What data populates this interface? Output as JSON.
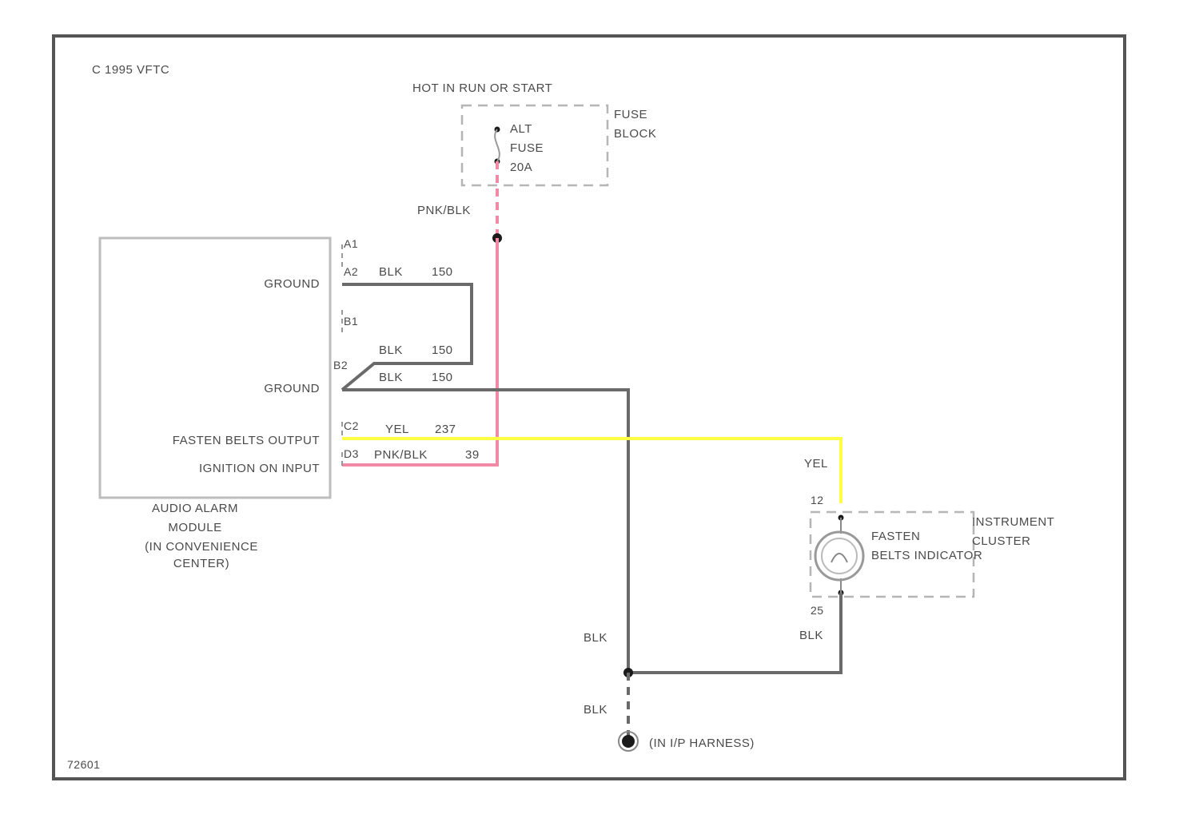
{
  "diagram": {
    "corner_label": "C 1995 VFTC",
    "figure_id": "72601",
    "power_label": "HOT IN RUN OR START",
    "fuse_block_label": [
      "FUSE",
      "BLOCK"
    ],
    "fuse_label": [
      "ALT",
      "FUSE",
      "20A"
    ],
    "pnk_blk_upper": "PNK/BLK",
    "module": {
      "name_lines": [
        "AUDIO ALARM",
        "MODULE",
        "(IN CONVENIENCE",
        "CENTER)"
      ],
      "pins": {
        "ground_top": "GROUND",
        "ground_bottom": "GROUND",
        "fasten_belts_output": "FASTEN BELTS OUTPUT",
        "ignition_on_input": "IGNITION ON INPUT"
      }
    },
    "connectors": {
      "a1": "A1",
      "a2": "A2",
      "b1": "B1",
      "b2": "B2",
      "c2": "C2",
      "d3": "D3"
    },
    "wires": {
      "a2_color": "BLK",
      "a2_circuit": "150",
      "b2_color_upper": "BLK",
      "b2_circuit_upper": "150",
      "b2_color_lower": "BLK",
      "b2_circuit_lower": "150",
      "c2_color": "YEL",
      "c2_circuit": "237",
      "d3_color": "PNK/BLK",
      "d3_circuit": "39",
      "yel_label": "YEL",
      "blk_left": "BLK",
      "blk_right": "BLK",
      "blk_ground": "BLK"
    },
    "cluster": {
      "pin_top": "12",
      "pin_bottom": "25",
      "indicator_lines": [
        "FASTEN",
        "BELTS INDICATOR"
      ],
      "label_lines": [
        "INSTRUMENT",
        "CLUSTER"
      ]
    },
    "ground_label": "(IN I/P HARNESS)",
    "colors": {
      "blk": "#6a6a6a",
      "pnk": "#f08aa6",
      "yel": "#ffff44"
    }
  }
}
